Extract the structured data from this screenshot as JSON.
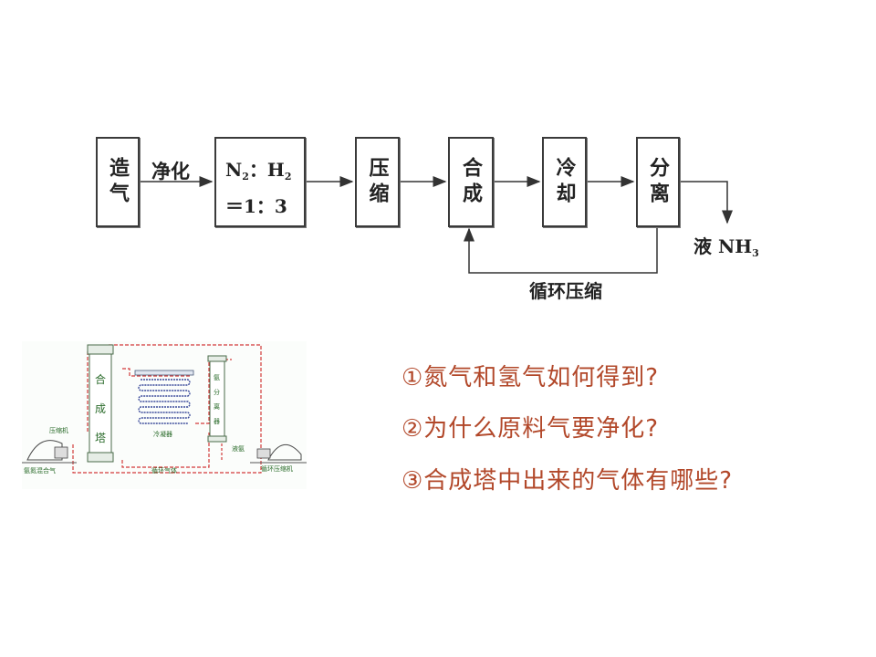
{
  "flow": {
    "boxes": {
      "make_gas": "造气",
      "ratio_line1_a": "N",
      "ratio_line1_a_sub": "2",
      "ratio_line1_sep": "：H",
      "ratio_line1_b_sub": "2",
      "ratio_line2": "＝1：3",
      "compress": "压缩",
      "synthesis": "合成",
      "cool": "冷却",
      "separate": "分离"
    },
    "labels": {
      "purify": "净化",
      "liquid": "液 NH",
      "liquid_sub": "3",
      "recycle": "循环压缩"
    }
  },
  "apparatus": {
    "tower": "合成塔",
    "separator": "氨分离器",
    "cooler": "冷凝器",
    "compressor_in": "压缩机",
    "feed": "氨氮混合气",
    "loop_gas": "循环气体",
    "ammonia_out": "液氨",
    "recycle_compressor": "循环压缩机"
  },
  "questions": [
    "①氮气和氢气如何得到?",
    "②为什么原料气要净化?",
    "③合成塔中出来的气体有哪些?"
  ],
  "colors": {
    "question_text": "#b2482a",
    "pipe_red": "#d23a3a",
    "pipe_green": "#2a6b2a"
  }
}
